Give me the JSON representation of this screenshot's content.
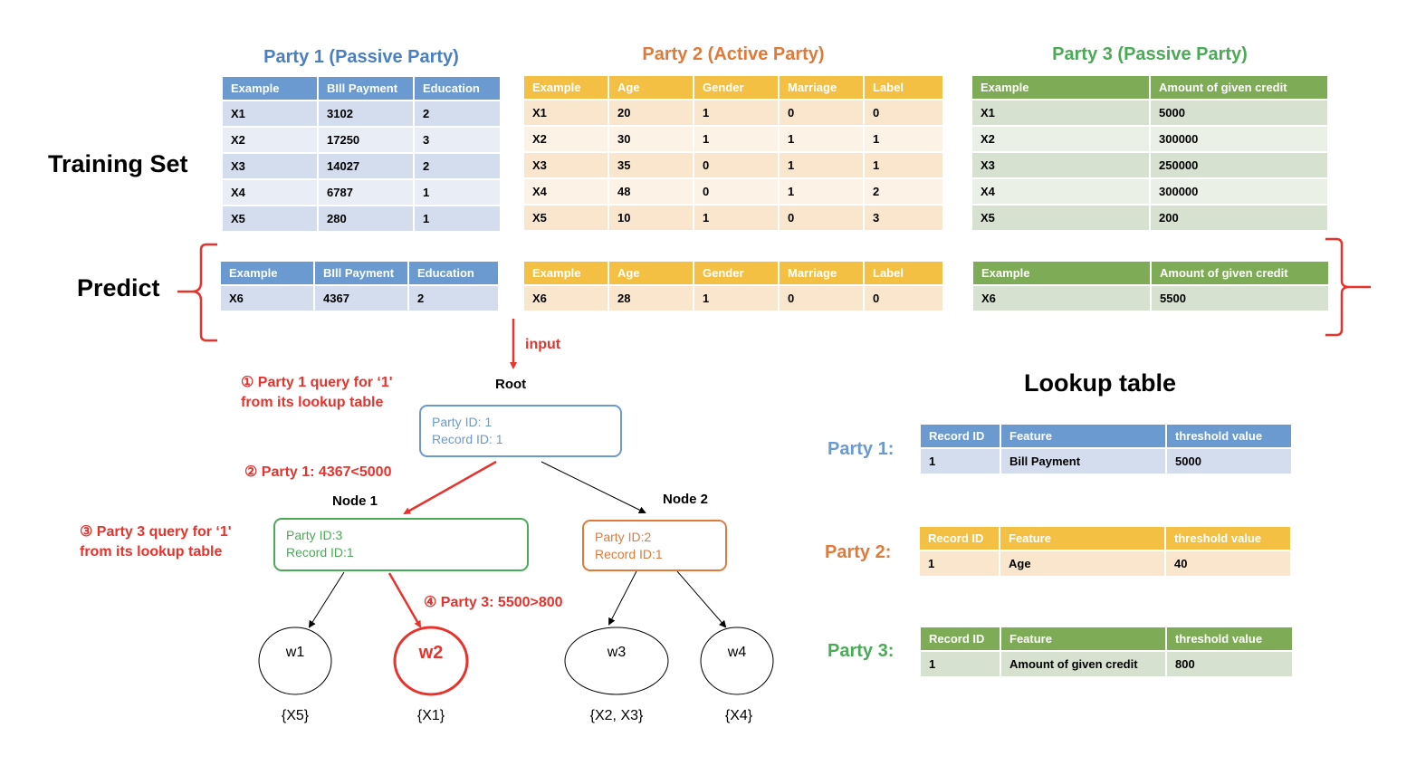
{
  "colors": {
    "party1": "#4a7fc1",
    "party2": "#e07a3a",
    "party3": "#4aaa55",
    "highlight": "#e8322c"
  },
  "labels": {
    "training_set": "Training Set",
    "predict": "Predict",
    "input": "input",
    "lookup_title": "Lookup table"
  },
  "parties": [
    {
      "title": "Party 1 (Passive Party)",
      "headers": [
        "Example",
        "BIll Payment",
        "Education"
      ],
      "training_rows": [
        [
          "X1",
          "3102",
          "2"
        ],
        [
          "X2",
          "17250",
          "3"
        ],
        [
          "X3",
          "14027",
          "2"
        ],
        [
          "X4",
          "6787",
          "1"
        ],
        [
          "X5",
          "280",
          "1"
        ]
      ],
      "predict_rows": [
        [
          "X6",
          "4367",
          "2"
        ]
      ]
    },
    {
      "title": "Party 2 (Active Party)",
      "headers": [
        "Example",
        "Age",
        "Gender",
        "Marriage",
        "Label"
      ],
      "training_rows": [
        [
          "X1",
          "20",
          "1",
          "0",
          "0"
        ],
        [
          "X2",
          "30",
          "1",
          "1",
          "1"
        ],
        [
          "X3",
          "35",
          "0",
          "1",
          "1"
        ],
        [
          "X4",
          "48",
          "0",
          "1",
          "2"
        ],
        [
          "X5",
          "10",
          "1",
          "0",
          "3"
        ]
      ],
      "predict_rows": [
        [
          "X6",
          "28",
          "1",
          "0",
          "0"
        ]
      ]
    },
    {
      "title": "Party 3 (Passive Party)",
      "headers": [
        "Example",
        "Amount of given credit"
      ],
      "training_rows": [
        [
          "X1",
          "5000"
        ],
        [
          "X2",
          "300000"
        ],
        [
          "X3",
          "250000"
        ],
        [
          "X4",
          "300000"
        ],
        [
          "X5",
          "200"
        ]
      ],
      "predict_rows": [
        [
          "X6",
          "5500"
        ]
      ]
    }
  ],
  "tree": {
    "root": {
      "label": "Root",
      "line1": "Party ID: 1",
      "line2": "Record ID: 1"
    },
    "node1": {
      "label": "Node 1",
      "line1": "Party ID:3",
      "line2": "Record ID:1"
    },
    "node2": {
      "label": "Node 2",
      "line1": "Party ID:2",
      "line2": "Record ID:1"
    },
    "leaves": [
      {
        "name": "w1",
        "set": "{X5}",
        "selected": false
      },
      {
        "name": "w2",
        "set": "{X1}",
        "selected": true
      },
      {
        "name": "w3",
        "set": "{X2, X3}",
        "selected": false
      },
      {
        "name": "w4",
        "set": "{X4}",
        "selected": false
      }
    ],
    "steps": [
      {
        "line1": "① Party  1 query  for ‘1'",
        "line2": "from its lookup  table"
      },
      {
        "line1": "② Party  1: 4367<5000"
      },
      {
        "line1": "③ Party  3 query  for ‘1'",
        "line2": "from its lookup  table"
      },
      {
        "line1": "④ Party  3: 5500>800"
      }
    ]
  },
  "lookup": {
    "headers": [
      "Record ID",
      "Feature",
      "threshold value"
    ],
    "tables": [
      {
        "party_label": "Party 1:",
        "rows": [
          [
            "1",
            "Bill Payment",
            "5000"
          ]
        ]
      },
      {
        "party_label": "Party 2:",
        "rows": [
          [
            "1",
            "Age",
            "40"
          ]
        ]
      },
      {
        "party_label": "Party 3:",
        "rows": [
          [
            "1",
            "Amount of given credit",
            "800"
          ]
        ]
      }
    ]
  }
}
